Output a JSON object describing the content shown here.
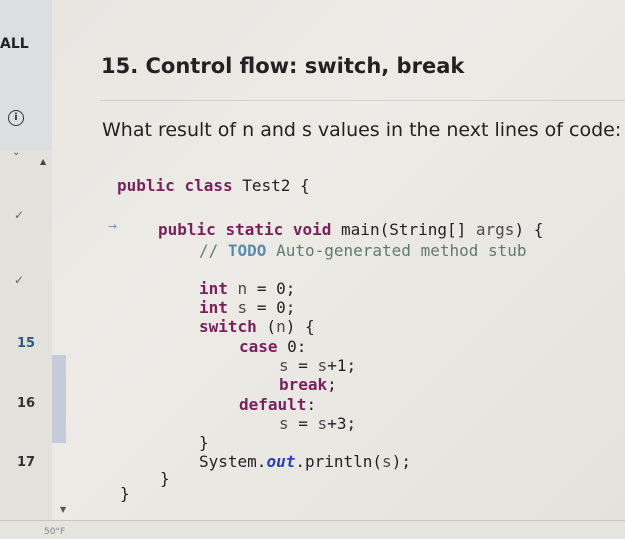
{
  "sidebar": {
    "filter_label": "ALL",
    "info_icon": "info-circle-icon",
    "collapse_icon": "chevron-down-icon",
    "expand_icon": "chevron-up-icon",
    "checkmarks": [
      "check-icon",
      "check-icon",
      "check-icon"
    ],
    "line_numbers": [
      "15",
      "16",
      "17"
    ]
  },
  "question": {
    "title": "15. Control flow: switch, break",
    "prompt": "What result of n and s values in the next lines of code:"
  },
  "code": {
    "lines": [
      "public class Test2 {",
      "public static void main(String[] args) {",
      "// TODO Auto-generated method stub",
      "int n = 0;",
      "int s = 0;",
      "switch (n) {",
      "case 0:",
      "s = s+1;",
      "break;",
      "default:",
      "s = s+3;",
      "}",
      "System.out.println(s);",
      "}",
      "}"
    ]
  },
  "status_bar": {
    "text": "50°F"
  }
}
